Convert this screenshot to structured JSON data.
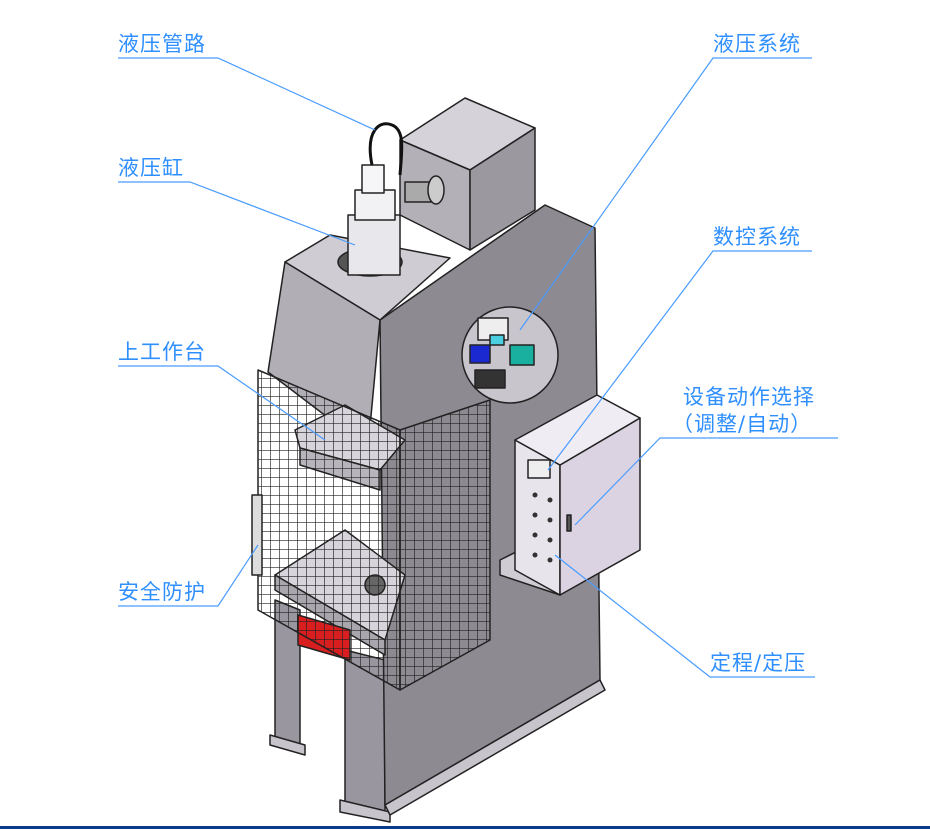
{
  "labels": {
    "hydraulic_pipe": "液压管路",
    "hydraulic_cylinder": "液压缸",
    "upper_worktable": "上工作台",
    "safety_guard": "安全防护",
    "hydraulic_system": "液压系统",
    "cnc_system": "数控系统",
    "action_select_line1": "设备动作选择",
    "action_select_line2": "（调整/自动）",
    "stroke_pressure": "定程/定压"
  },
  "colors": {
    "label": "#2f8fff",
    "leader": "#4a9cff",
    "rule": "#0a3a8a",
    "body": "#8e8a91",
    "panel": "#dcd3e2"
  }
}
